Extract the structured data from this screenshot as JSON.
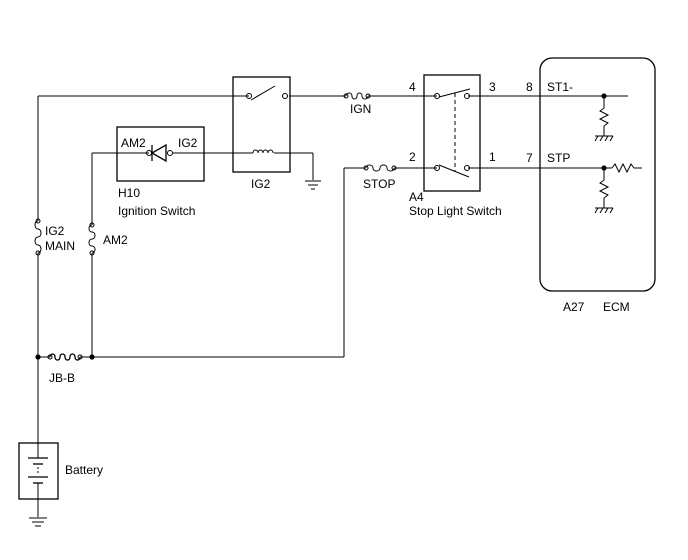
{
  "fuses": {
    "ign": "IGN",
    "stop": "STOP",
    "ig2_main_1": "IG2",
    "ig2_main_2": "MAIN",
    "am2": "AM2",
    "jb_b": "JB-B"
  },
  "ignition_switch": {
    "code": "H10",
    "name": "Ignition Switch",
    "pin_am2": "AM2",
    "pin_ig2": "IG2"
  },
  "relay": {
    "name": "IG2"
  },
  "stop_light_switch": {
    "code": "A4",
    "name": "Stop Light Switch",
    "pins": {
      "p1": "1",
      "p2": "2",
      "p3": "3",
      "p4": "4"
    }
  },
  "ecm": {
    "code": "A27",
    "name": "ECM",
    "terminals": [
      {
        "pin": "8",
        "label": "ST1-"
      },
      {
        "pin": "7",
        "label": "STP"
      }
    ]
  },
  "battery": {
    "label": "Battery"
  }
}
